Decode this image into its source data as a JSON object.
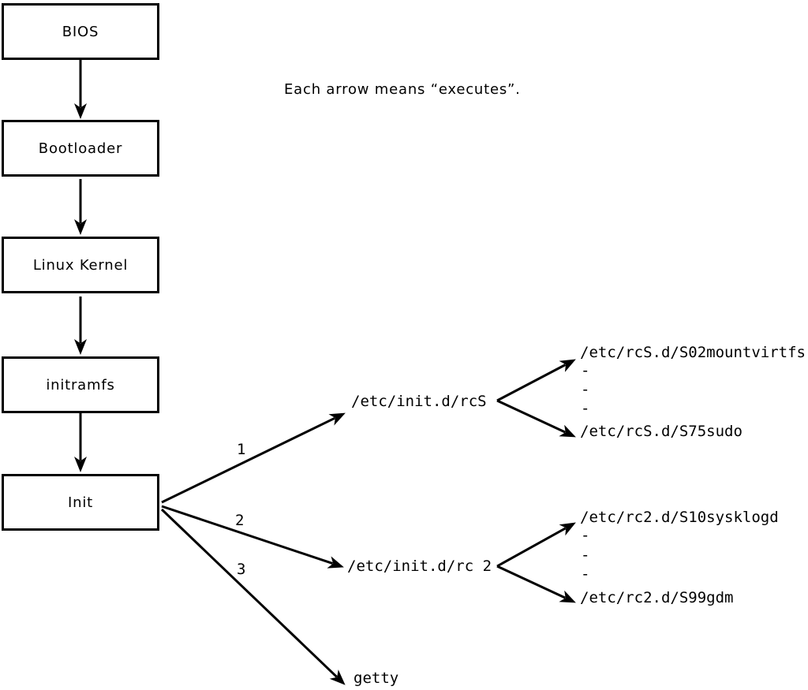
{
  "note": "Each arrow means “executes”.",
  "flow_boxes": [
    {
      "label": "BIOS"
    },
    {
      "label": "Bootloader"
    },
    {
      "label": "Linux Kernel"
    },
    {
      "label": "initramfs"
    },
    {
      "label": "Init"
    }
  ],
  "init_targets": [
    {
      "order": "1",
      "label": "/etc/init.d/rcS"
    },
    {
      "order": "2",
      "label": "/etc/init.d/rc 2"
    },
    {
      "order": "3",
      "label": "getty"
    }
  ],
  "rcS_scripts": {
    "first": "/etc/rcS.d/S02mountvirtfs",
    "ellipsis": [
      "-",
      "-",
      "-"
    ],
    "last": "/etc/rcS.d/S75sudo"
  },
  "rc2_scripts": {
    "first": "/etc/rc2.d/S10sysklogd",
    "ellipsis": [
      "-",
      "-",
      "-"
    ],
    "last": "/etc/rc2.d/S99gdm"
  },
  "colors": {
    "stroke": "#000000",
    "background": "#ffffff"
  }
}
